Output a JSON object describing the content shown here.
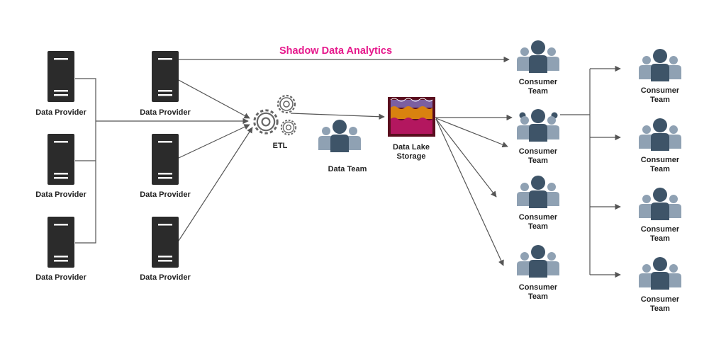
{
  "title": "Shadow Data Analytics",
  "labels": {
    "provider": "Data Provider",
    "etl": "ETL",
    "data_team": "Data Team",
    "lake": "Data Lake\nStorage",
    "consumer": "Consumer\nTeam"
  },
  "colors": {
    "title": "#e6198c",
    "server": "#2b2b2b",
    "people": "#3e5468",
    "people_side": "#8fa1b3",
    "lake_top": "#7b5fa1",
    "lake_mid": "#d9820f",
    "lake_bottom": "#b3175f",
    "lake_frame": "#5a0e1e",
    "line": "#555555"
  },
  "icons": [
    "server-icon",
    "gears-icon",
    "people-group-icon",
    "data-lake-icon"
  ]
}
